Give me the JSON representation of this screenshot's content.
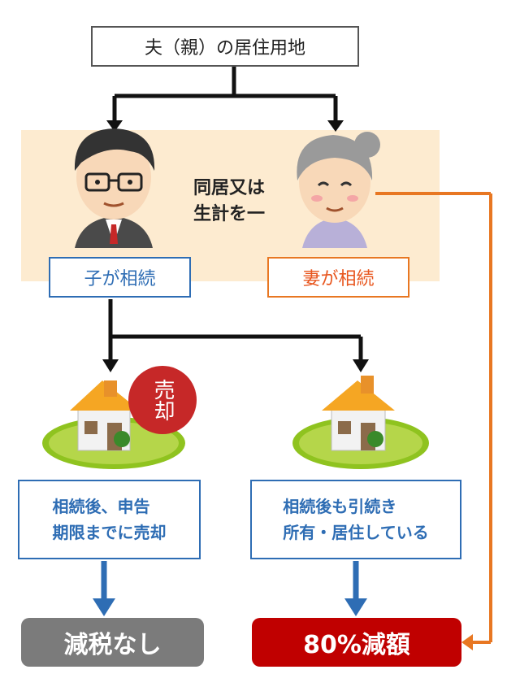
{
  "top_label": "夫（親）の居住用地",
  "center_label_lines": [
    "同居又は",
    "生計を一"
  ],
  "child_inherits": "子が相続",
  "wife_inherits": "妻が相続",
  "sold_badge": "売却",
  "note_left_lines": [
    "相続後、申告",
    "期限までに売却"
  ],
  "note_right_lines": [
    "相続後も引続き",
    "所有・居住している"
  ],
  "result_left": "減税なし",
  "result_right": "80%減額",
  "colors": {
    "band": "#fdebd0",
    "blue": "#2e6db4",
    "orange": "#e87722",
    "red": "#c00000",
    "gray": "#7b7b7b"
  }
}
